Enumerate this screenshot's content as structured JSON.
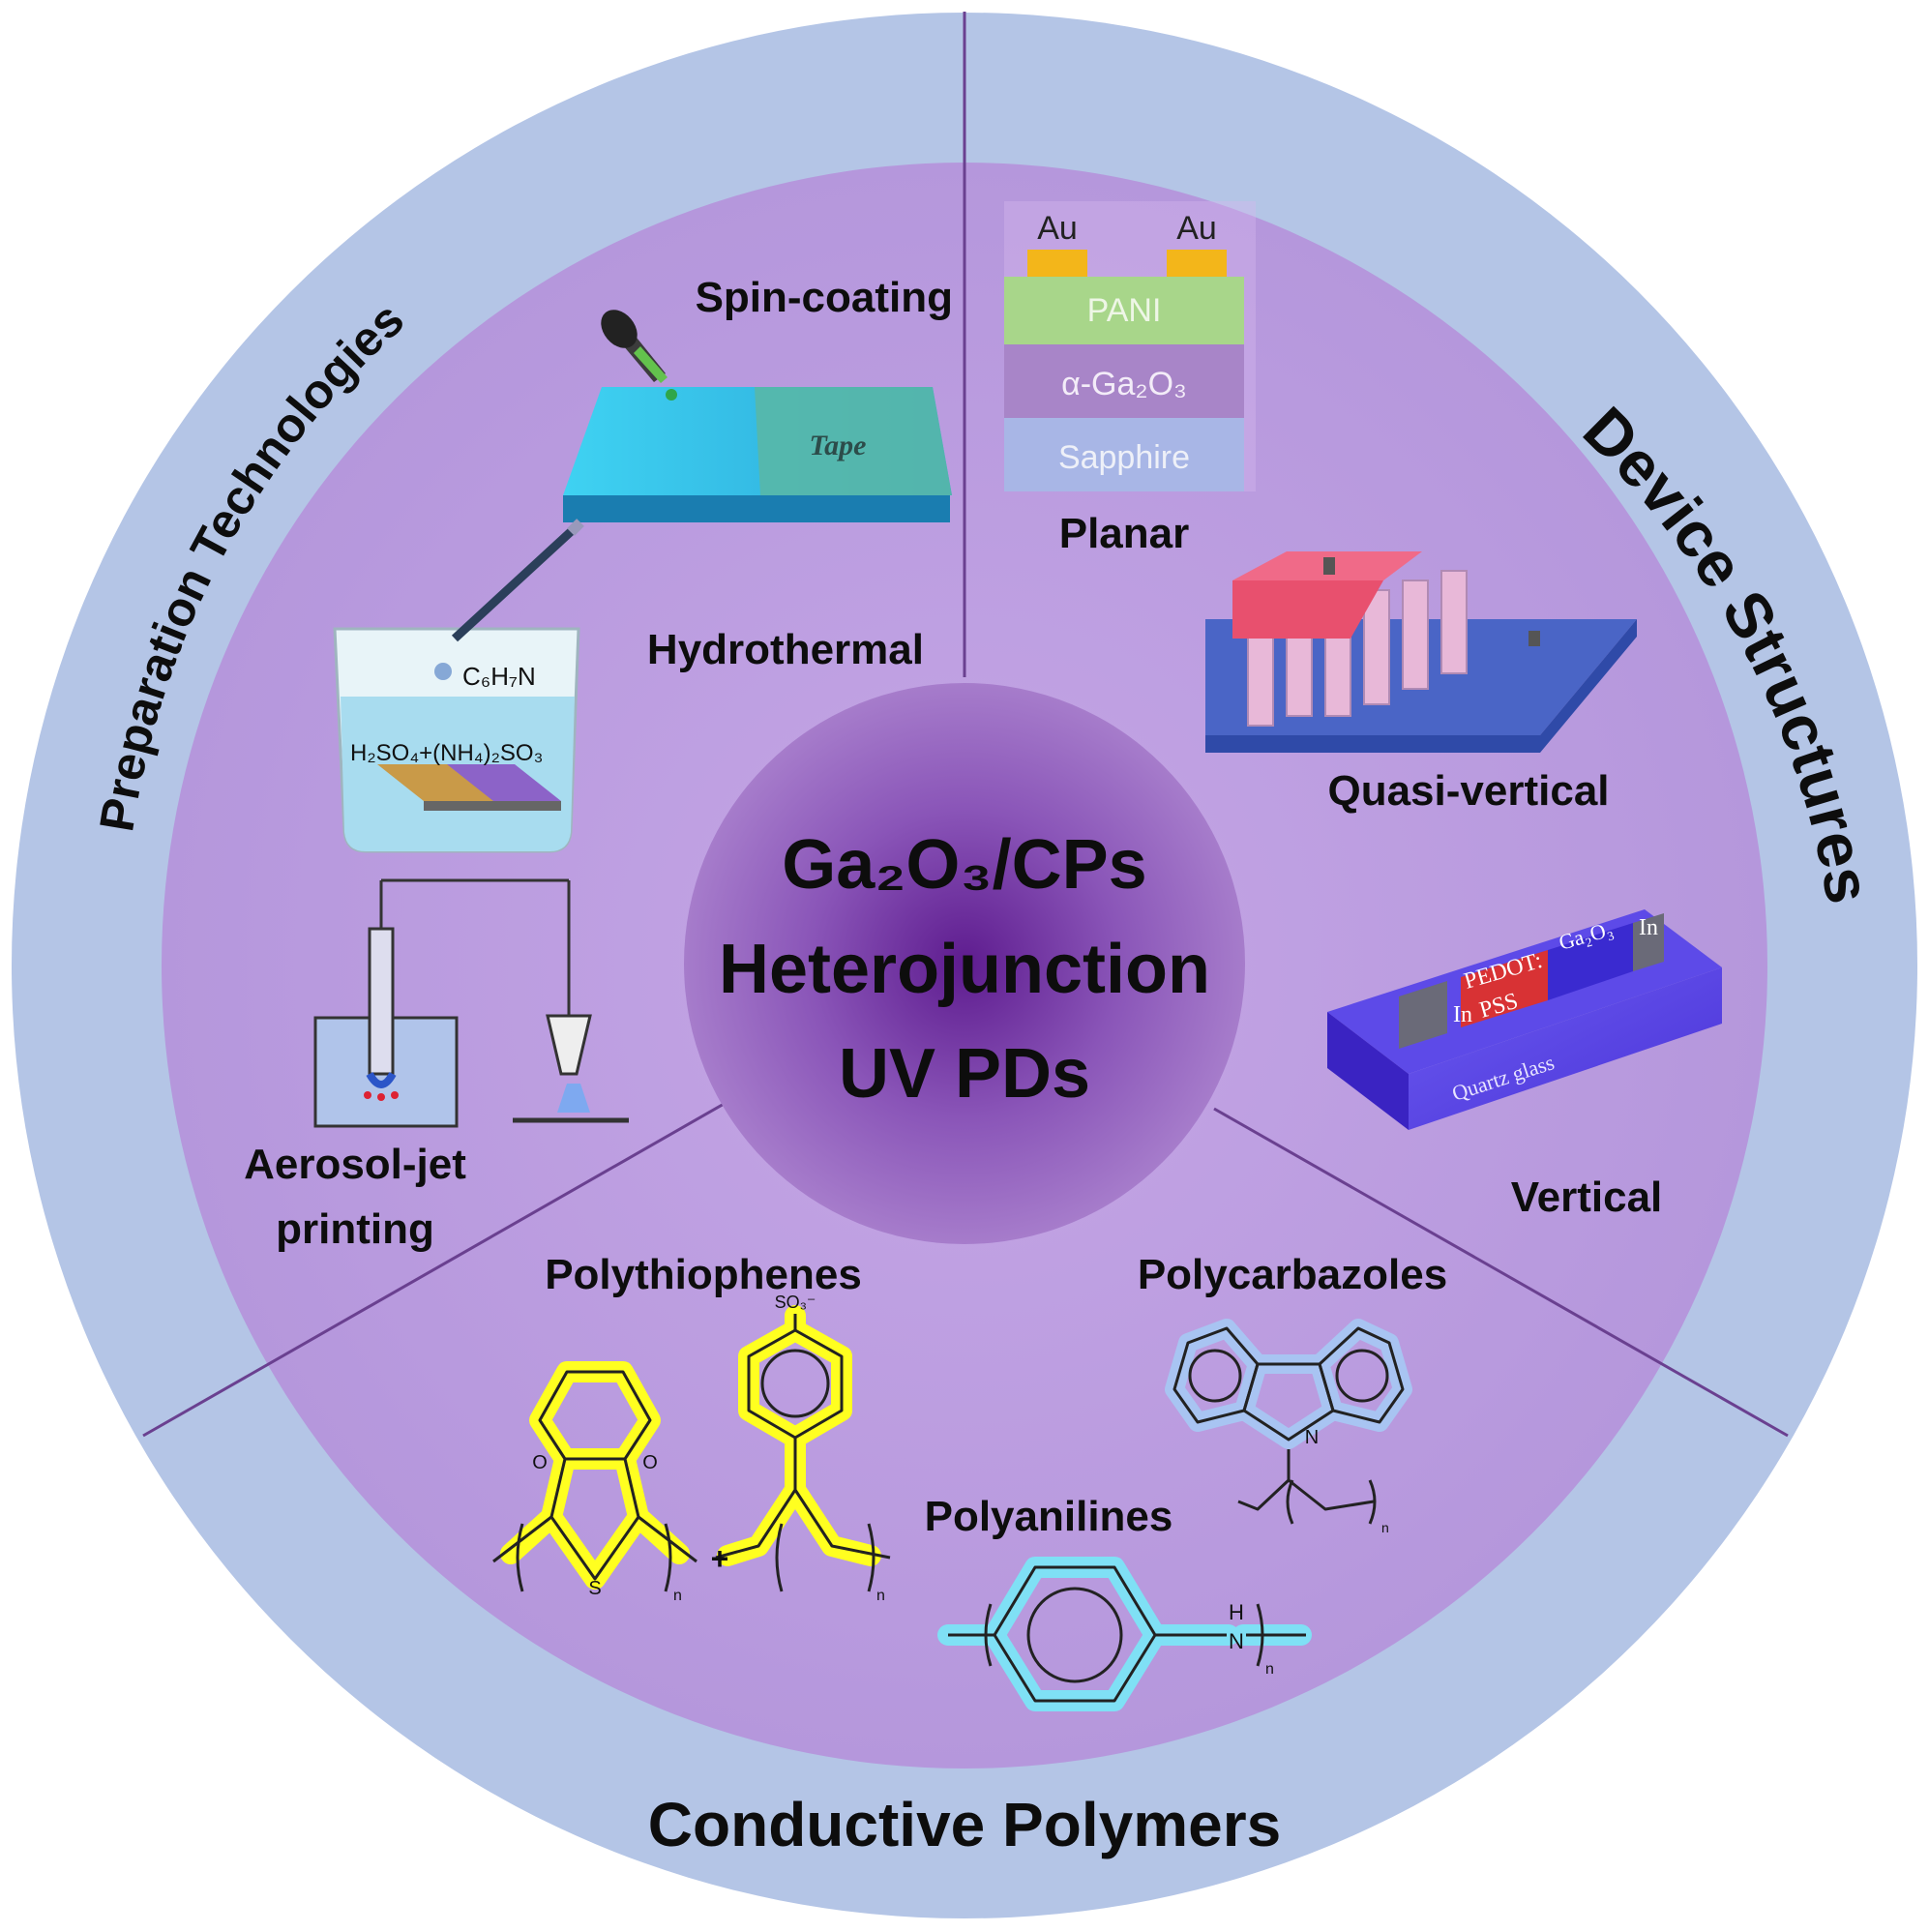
{
  "colors": {
    "outer_ring": "#b4c5e6",
    "inner_disc": "#bb9ee0",
    "center_dark": "#6b2c9c",
    "divider": "#6a4090",
    "polythiophene_highlight": "#ffff20",
    "polyaniline_highlight": "#7fe0f5",
    "polycarbazole_highlight": "#a8c4f2"
  },
  "center": {
    "line1": "Ga₂O₃/CPs",
    "line2": "Heterojunction",
    "line3": "UV PDs"
  },
  "sections": {
    "preparation": "Preparation Technologies",
    "devices": "Device Structures",
    "polymers": "Conductive Polymers"
  },
  "preparation": {
    "spin_coating": "Spin-coating",
    "tape": "Tape",
    "hydrothermal": "Hydrothermal",
    "reagent1": "C₆H₇N",
    "reagent2": "H₂SO₄+(NH₄)₂SO₃",
    "aerosol_line1": "Aerosol-jet",
    "aerosol_line2": "printing"
  },
  "devices": {
    "planar_label": "Planar",
    "au_left": "Au",
    "au_right": "Au",
    "pani": "PANI",
    "ga2o3": "α-Ga₂O₃",
    "sapphire": "Sapphire",
    "quasi_vertical": "Quasi-vertical",
    "vertical": "Vertical",
    "in_left": "In",
    "in_right": "In",
    "pedot_line1": "PEDOT:",
    "pedot_line2": "PSS",
    "vertical_ga2o3": "Ga₂O₃",
    "quartz": "Quartz glass"
  },
  "polymers": {
    "polythiophenes": "Polythiophenes",
    "polycarbazoles": "Polycarbazoles",
    "polyanilines": "Polyanilines",
    "atom_o": "O",
    "atom_s": "S",
    "atom_n": "N",
    "atom_h": "H",
    "sulfonate": "SO₃⁻",
    "plus": "+",
    "n_subscript": "n"
  }
}
